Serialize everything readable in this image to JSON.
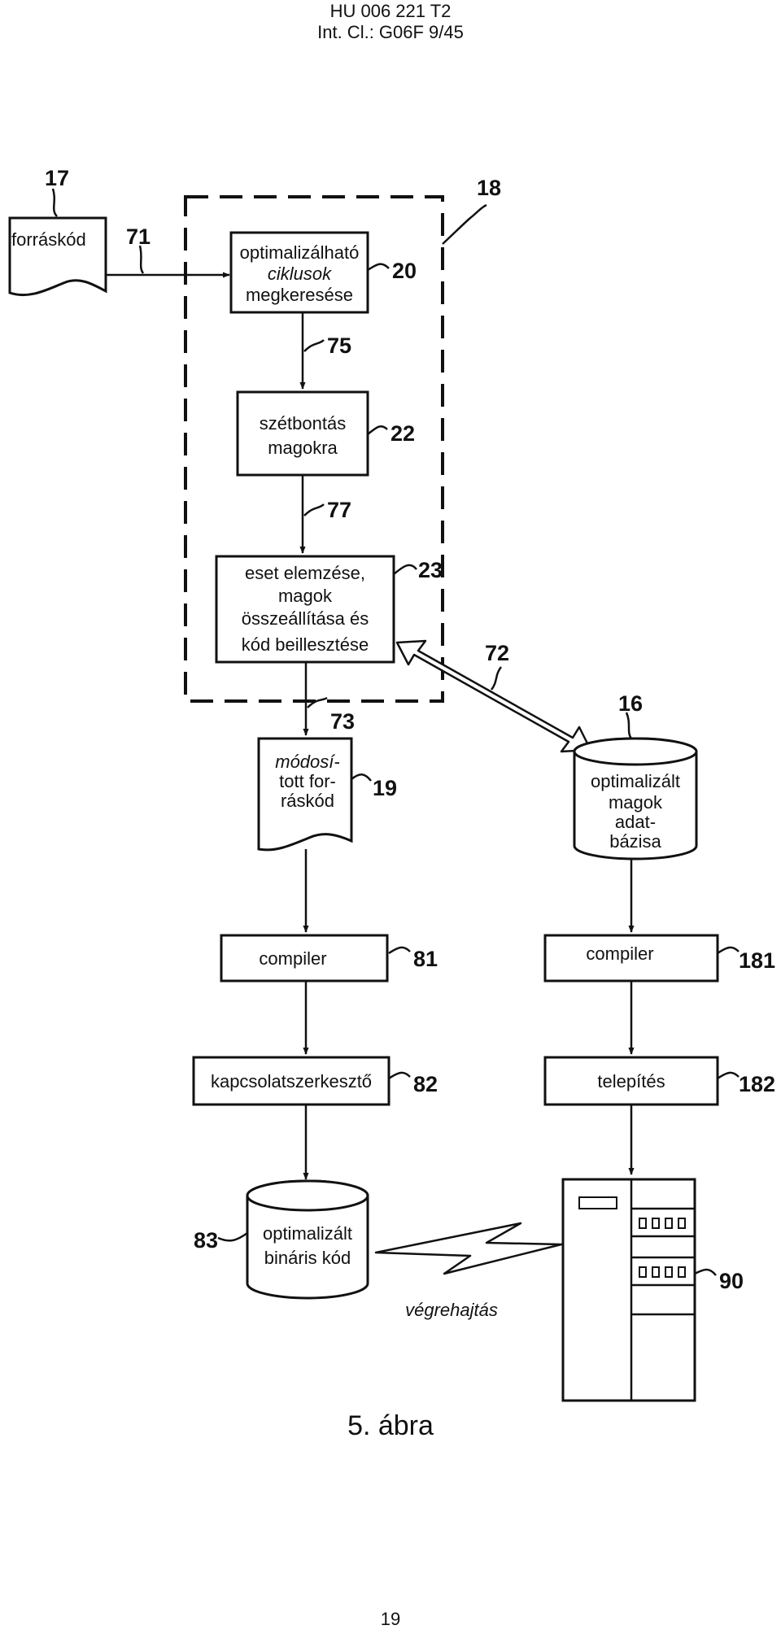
{
  "header": {
    "line1": "HU 006 221 T2",
    "line2": "Int. Cl.: G06F 9/45"
  },
  "nodes": {
    "source_code": {
      "label": "forráskód",
      "ref": "17"
    },
    "find_loops": {
      "lines": [
        "optimalizálható",
        "ciklusok",
        "megkeresése"
      ],
      "ref": "20"
    },
    "split_kernels": {
      "lines": [
        "szétbontás",
        "magokra"
      ],
      "ref": "22"
    },
    "case_analysis": {
      "lines": [
        "eset elemzése,",
        "magok",
        "összeállítása és",
        "kód beillesztése"
      ],
      "ref": "23"
    },
    "modified_source": {
      "lines": [
        "módosí-",
        "tott for-",
        "ráskód"
      ],
      "ref": "19"
    },
    "kernel_db": {
      "lines": [
        "optimalizált",
        "magok",
        "adat-",
        "bázisa"
      ],
      "ref": "16"
    },
    "compiler_left": {
      "label": "compiler",
      "ref": "81"
    },
    "compiler_right": {
      "label": "compiler",
      "ref": "181"
    },
    "linker": {
      "label": "kapcsolatszerkesztő",
      "ref": "82"
    },
    "install": {
      "label": "telepítés",
      "ref": "182"
    },
    "binary": {
      "lines": [
        "optimalizált",
        "bináris kód"
      ],
      "ref": "83"
    },
    "computer": {
      "ref": "90"
    }
  },
  "refs": {
    "group": "18",
    "arrow_71": "71",
    "arrow_75": "75",
    "arrow_77": "77",
    "arrow_73": "73",
    "arrow_72": "72"
  },
  "execution_label": "végrehajtás",
  "caption": "5. ábra",
  "page_number": "19"
}
